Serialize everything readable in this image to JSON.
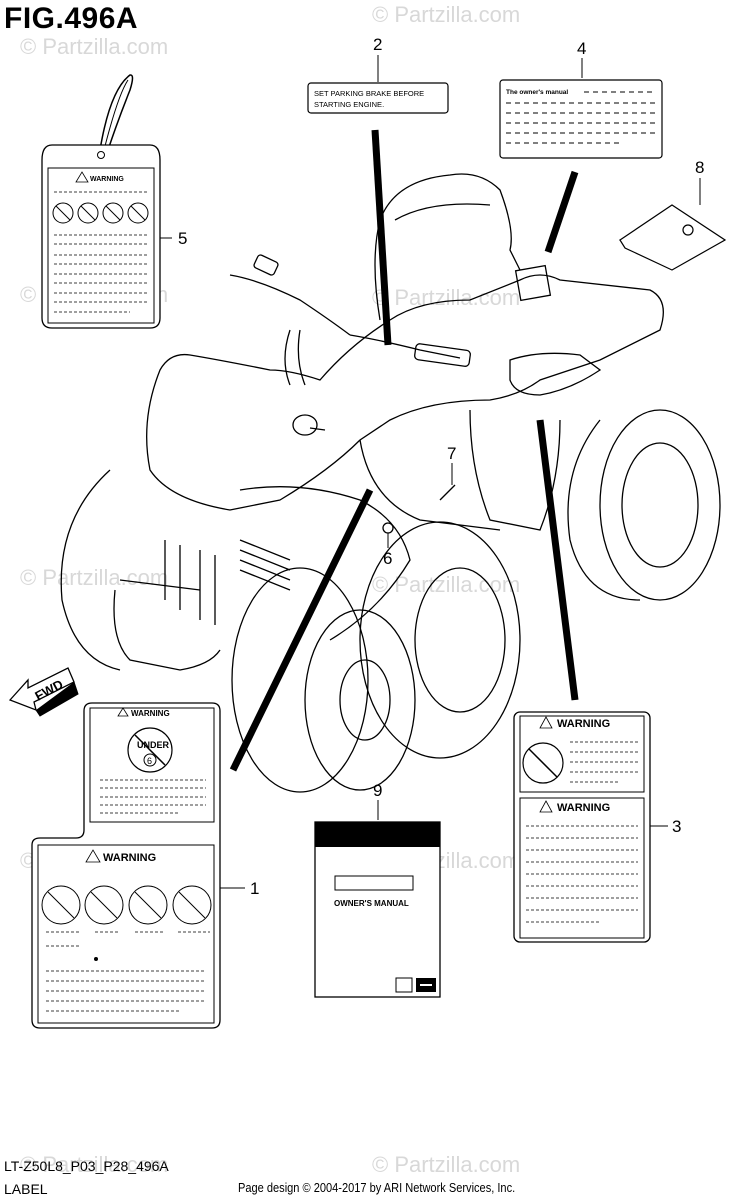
{
  "figure": {
    "title": "FIG.496A",
    "drawing_code": "LT-Z50L8_P03_P28_496A",
    "section": "LABEL",
    "copyright": "Page design © 2004-2017 by ARI Network Services, Inc."
  },
  "watermark": "© Partzilla.com",
  "fwd_label": "FWD",
  "callouts": [
    "1",
    "2",
    "3",
    "4",
    "5",
    "6",
    "7",
    "8",
    "9"
  ],
  "labels": {
    "part2_text_line1": "SET PARKING BRAKE BEFORE",
    "part2_text_line2": "STARTING ENGINE.",
    "part4_text": "The owner's manual",
    "warning": "WARNING",
    "under_text": "UNDER",
    "under_age": "6",
    "manual_title": "OWNER'S MANUAL"
  }
}
